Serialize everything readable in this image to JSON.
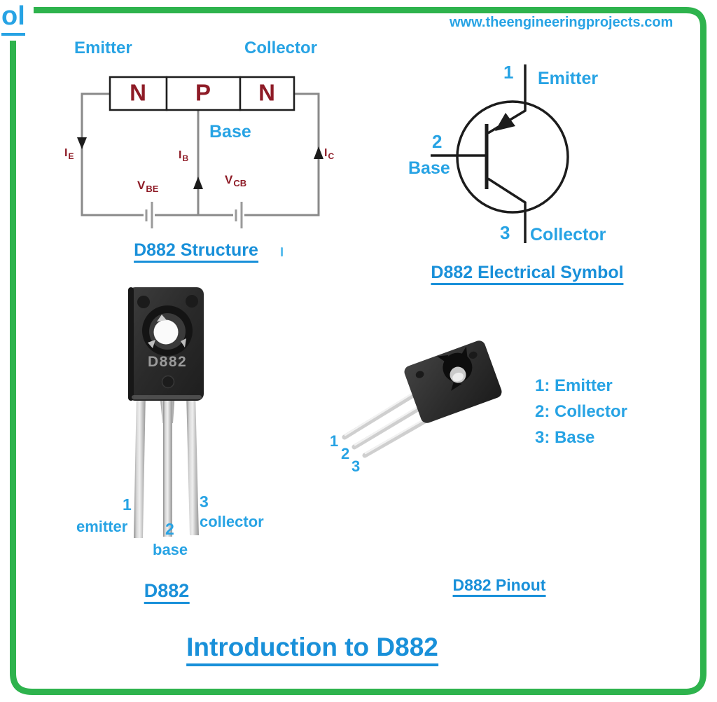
{
  "branding": {
    "fragment": "ol",
    "website": "www.theengineeringprojects.com"
  },
  "colors": {
    "border_green": "#2eb34d",
    "label_blue": "#27a3e4",
    "heading_blue": "#1990d9",
    "dark_red": "#8e1b26"
  },
  "structure": {
    "emitter_label": "Emitter",
    "collector_label": "Collector",
    "base_label": "Base",
    "regions": [
      "N",
      "P",
      "N"
    ],
    "ie": {
      "main": "I",
      "sub": "E"
    },
    "ib": {
      "main": "I",
      "sub": "B"
    },
    "ic": {
      "main": "I",
      "sub": "C"
    },
    "vbe": {
      "main": "V",
      "sub": "BE"
    },
    "vcb": {
      "main": "V",
      "sub": "CB"
    },
    "title": "D882 Structure"
  },
  "symbol": {
    "pins": [
      {
        "num": "1",
        "label": "Emitter"
      },
      {
        "num": "2",
        "label": "Base"
      },
      {
        "num": "3",
        "label": "Collector"
      }
    ],
    "title": "D882 Electrical Symbol"
  },
  "package": {
    "marking": "D882",
    "pins": [
      {
        "num": "1",
        "label": "emitter"
      },
      {
        "num": "2",
        "label": "base"
      },
      {
        "num": "3",
        "label": "collector"
      }
    ],
    "title": "D882"
  },
  "pinout": {
    "leg_numbers": [
      "1",
      "2",
      "3"
    ],
    "legend": [
      "1: Emitter",
      "2: Collector",
      "3: Base"
    ],
    "title": "D882 Pinout"
  },
  "footer": {
    "main_title": "Introduction to D882"
  }
}
